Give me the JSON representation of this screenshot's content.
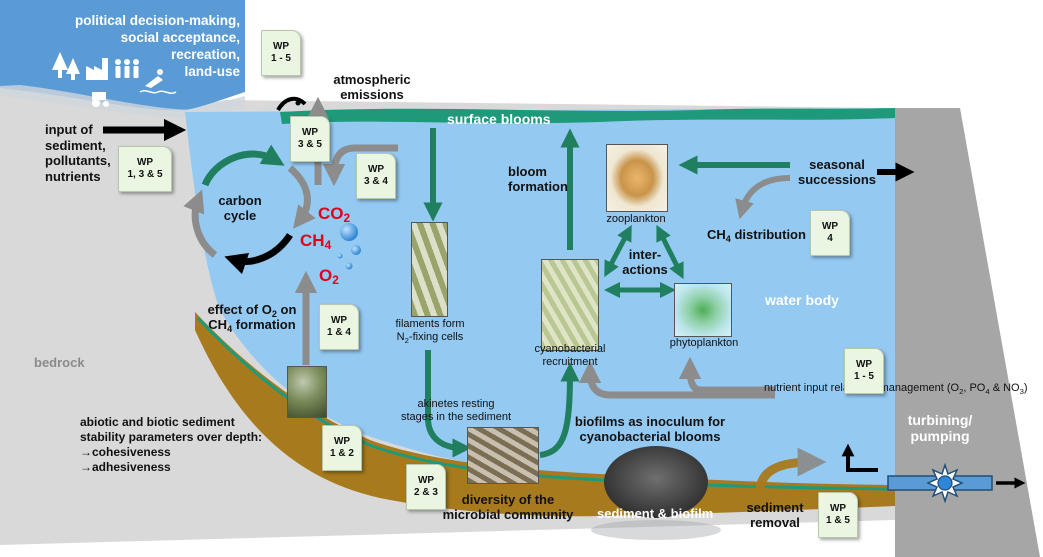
{
  "labels": {
    "political": "political decision-making,\nsocial acceptance,\nrecreation,\nland-use",
    "atmospheric": "atmospheric\nemissions",
    "surface_blooms": "surface blooms",
    "input": "input of\nsediment,\npollutants,\nnutrients",
    "carbon_cycle": "carbon\ncycle",
    "co2": "CO",
    "co2_sub": "2",
    "ch4": "CH",
    "ch4_sub": "4",
    "o2": "O",
    "o2_sub": "2",
    "effect_o2_a": "effect of O",
    "effect_o2_a_sub": "2",
    "effect_o2_b": " on",
    "effect_o2_c": "CH",
    "effect_o2_c_sub": "4",
    "effect_o2_d": " formation",
    "filaments_a": "filaments form",
    "filaments_b": "N",
    "filaments_b_sub": "2",
    "filaments_c": "-fixing cells",
    "bloom_formation": "bloom\nformation",
    "zooplankton": "zooplankton",
    "interactions": "inter-\nactions",
    "phytoplankton": "phytoplankton",
    "seasonal": "seasonal\nsuccessions",
    "ch4_dist_a": "CH",
    "ch4_dist_sub": "4",
    "ch4_dist_b": " distribution",
    "water_body": "water body",
    "cyano_recruit": "cyanobacterial\nrecruitment",
    "bedrock": "bedrock",
    "akinetes": "akinetes resting\nstages in the sediment",
    "biofilms": "biofilms as inoculum for\ncyanobacterial blooms",
    "nutrient_a": "nutrient input\nrelated to management\n(O",
    "nutrient_sub1": "2",
    "nutrient_b": ", PO",
    "nutrient_sub2": "4",
    "nutrient_c": " & NO",
    "nutrient_sub3": "3",
    "nutrient_d": ")",
    "abiotic": "abiotic and biotic sediment\nstability parameters over depth:\n→cohesiveness\n→adhesiveness",
    "diversity": "diversity of the\nmicrobial community",
    "sediment_biofilm": "sediment & biofilm",
    "sediment_removal": "sediment\nremoval",
    "turbining": "turbining/\npumping"
  },
  "wp_notes": [
    {
      "id": "wp-1-5-top",
      "l1": "WP",
      "l2": "1 - 5"
    },
    {
      "id": "wp-3-5",
      "l1": "WP",
      "l2": "3 & 5"
    },
    {
      "id": "wp-1-3-5",
      "l1": "WP",
      "l2": "1, 3 & 5"
    },
    {
      "id": "wp-3-4",
      "l1": "WP",
      "l2": "3 & 4"
    },
    {
      "id": "wp-4",
      "l1": "WP",
      "l2": "4"
    },
    {
      "id": "wp-1-4",
      "l1": "WP",
      "l2": "1 & 4"
    },
    {
      "id": "wp-1-5-right",
      "l1": "WP",
      "l2": "1 - 5"
    },
    {
      "id": "wp-1-2",
      "l1": "WP",
      "l2": "1 & 2"
    },
    {
      "id": "wp-2-3",
      "l1": "WP",
      "l2": "2 & 3"
    },
    {
      "id": "wp-1-5-bottom",
      "l1": "WP",
      "l2": "1 & 5"
    }
  ],
  "colors": {
    "water": "#94c9f2",
    "surface_bloom": "#1e9a7a",
    "sediment": "#a67a1d",
    "bedrock": "#d9d9d9",
    "dam": "#a6a6a6",
    "land_sky": "#5b9bd5",
    "green_arrow": "#1f7f5f",
    "grey_arrow": "#8c8c8c",
    "wp_note": "#eaf6e2",
    "gas_red": "#e3001b"
  }
}
